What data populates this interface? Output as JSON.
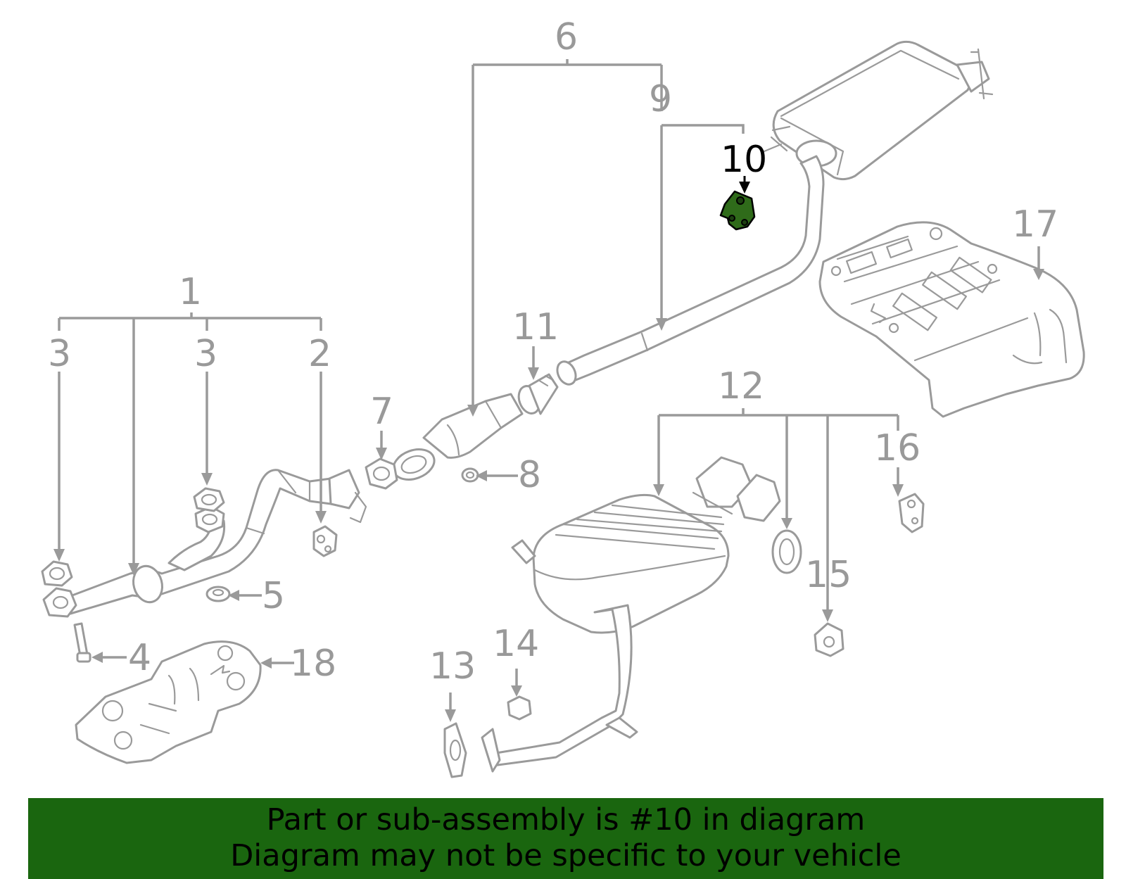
{
  "callouts": {
    "c1": "1",
    "c2": "2",
    "c3a": "3",
    "c3b": "3",
    "c4": "4",
    "c5": "5",
    "c6": "6",
    "c7": "7",
    "c8": "8",
    "c9": "9",
    "c10": "10",
    "c11": "11",
    "c12": "12",
    "c13": "13",
    "c14": "14",
    "c15": "15",
    "c16": "16",
    "c17": "17",
    "c18": "18"
  },
  "highlighted_part": "10",
  "banner": {
    "line1": "Part or sub-assembly is #10 in diagram",
    "line2": "Diagram may not be specific to your vehicle"
  },
  "colors": {
    "line_art": "#9a9a9a",
    "highlight_fill": "#2f6b1a",
    "banner_bg": "#1a660f",
    "highlight_text": "#000000"
  }
}
